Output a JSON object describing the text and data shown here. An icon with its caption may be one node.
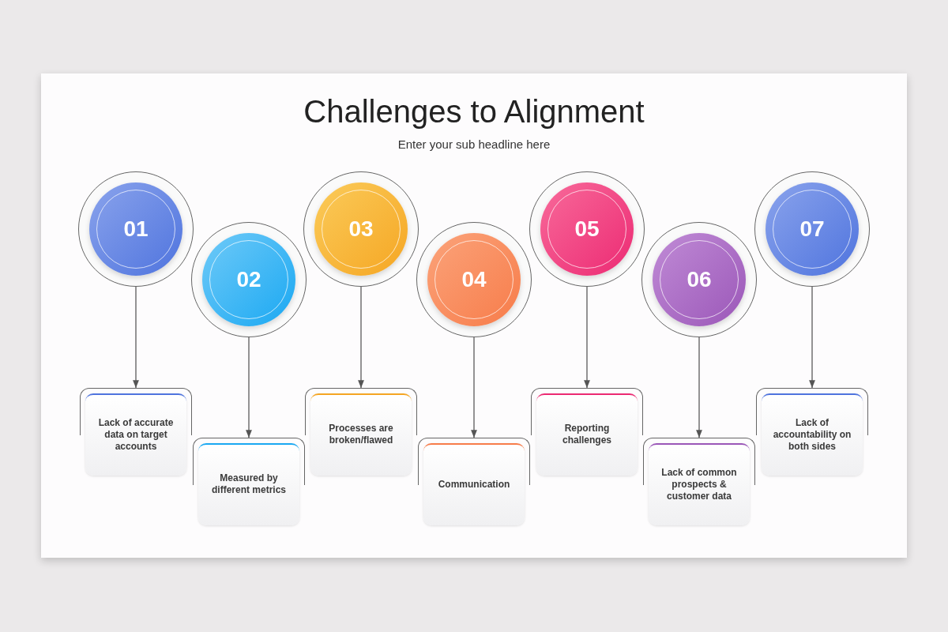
{
  "diagram": {
    "title": "Challenges to Alignment",
    "caption": "Enter your sub headline here",
    "nodes": [
      {
        "text": [
          "01"
        ]
      },
      {
        "text": [
          "02"
        ]
      },
      {
        "text": [
          "03"
        ]
      },
      {
        "text": [
          "04"
        ]
      },
      {
        "text": [
          "05"
        ]
      },
      {
        "text": [
          "06"
        ]
      },
      {
        "text": [
          "07"
        ]
      },
      {
        "text": [
          "Lack of accurate data on target accounts"
        ]
      },
      {
        "text": [
          "Measured by different metrics"
        ]
      },
      {
        "text": [
          "Processes are broken/flawed"
        ]
      },
      {
        "text": [
          "Communication"
        ]
      },
      {
        "text": [
          "Reporting challenges"
        ]
      },
      {
        "text": [
          "Lack of common prospects & customer data"
        ]
      },
      {
        "text": [
          "Lack of accountability on both sides"
        ]
      }
    ],
    "edges": [
      {
        "from": 0,
        "to": 7,
        "arrow": "to"
      },
      {
        "from": 1,
        "to": 8,
        "arrow": "to"
      },
      {
        "from": 2,
        "to": 9,
        "arrow": "to"
      },
      {
        "from": 3,
        "to": 10,
        "arrow": "to"
      },
      {
        "from": 4,
        "to": 11,
        "arrow": "to"
      },
      {
        "from": 5,
        "to": 12,
        "arrow": "to"
      },
      {
        "from": 6,
        "to": 13,
        "arrow": "to"
      }
    ]
  }
}
